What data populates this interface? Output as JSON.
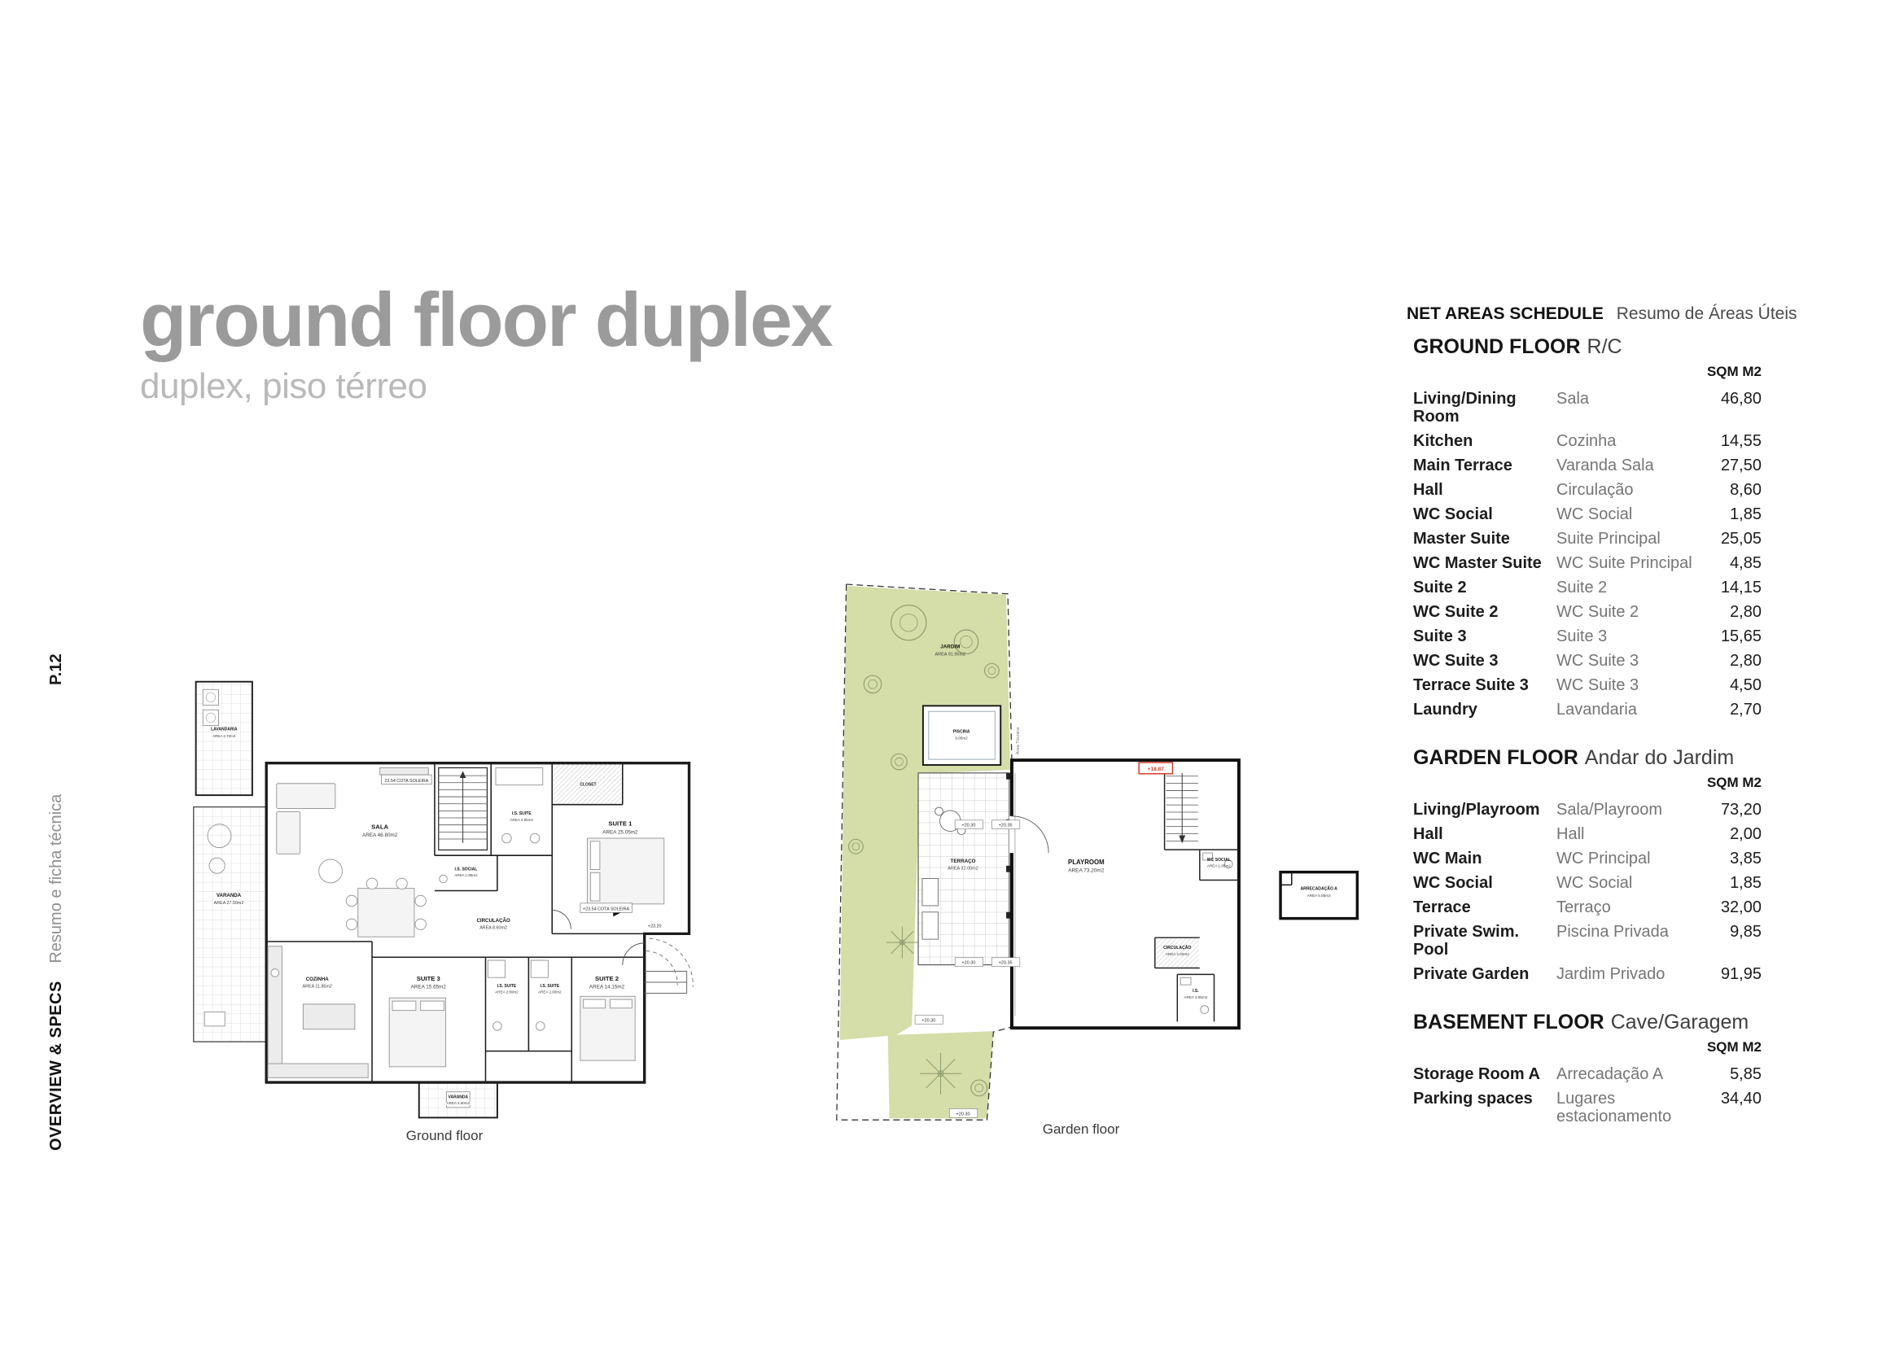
{
  "page": {
    "number": "P.12",
    "side_label_bold": "OVERVIEW & SPECS",
    "side_label_light": "Resumo e ficha técnica",
    "title": "ground floor duplex",
    "subtitle": "duplex, piso térreo"
  },
  "colors": {
    "title_gray": "#9b9b9b",
    "garden_green": "#d5dda8",
    "accent_red": "#d23a2c"
  },
  "plans": {
    "ground": {
      "caption": "Ground floor",
      "rooms": [
        {
          "name": "LAVANDARIA",
          "area": "AREA 2.70m2"
        },
        {
          "name": "SALA",
          "area": "AREA 46.80m2"
        },
        {
          "name": "VARANDA",
          "area": "AREA 27.50m2"
        },
        {
          "name": "COZINHA",
          "area": "AREA 11.85m2"
        },
        {
          "name": "SUITE 3",
          "area": "AREA 15.65m2"
        },
        {
          "name": "SUITE 2",
          "area": "AREA 14.15m2"
        },
        {
          "name": "SUITE 1",
          "area": "AREA 25.05m2"
        },
        {
          "name": "CIRCULAÇÃO",
          "area": "AREA 8.60m2"
        },
        {
          "name": "I.S. SUITE",
          "area": "AREA 4.85m2"
        },
        {
          "name": "I.S. SOCIAL",
          "area": "AREA 1.85m2"
        },
        {
          "name": "I.S. SUITE",
          "area": "AREA 2.80m2"
        },
        {
          "name": "I.S. SUITE",
          "area": "AREA 2.80m2"
        },
        {
          "name": "VARANDA",
          "area": "AREA 4.50m2"
        },
        {
          "name": "CLOSET",
          "area": ""
        }
      ],
      "markers": [
        {
          "text": "+23.54 COTA SOLEIRA"
        },
        {
          "text": "+23.20"
        },
        {
          "text": "23.54 COTA SOLEIRA"
        }
      ]
    },
    "garden": {
      "caption": "Garden floor",
      "rooms": [
        {
          "name": "JARDIM",
          "area": "AREA 91.95m2"
        },
        {
          "name": "PISCINA",
          "area": "9,85m2"
        },
        {
          "name": "TERRAÇO",
          "area": "AREA 32.00m2"
        },
        {
          "name": "PLAYROOM",
          "area": "AREA 73.20m2"
        },
        {
          "name": "WC SOCIAL",
          "area": "AREA 1.85m2"
        },
        {
          "name": "CIRCULAÇÃO",
          "area": "AREA 2.00m2"
        },
        {
          "name": "I.S.",
          "area": "AREA 3.85m2"
        },
        {
          "name": "ARRECADAÇÃO A",
          "area": "AREA 5.85m2"
        }
      ],
      "markers": [
        {
          "text": "+18.87"
        },
        {
          "text": "+20.30"
        },
        {
          "text": "+20.35"
        },
        {
          "text": "Área Técnica"
        }
      ]
    }
  },
  "schedule": {
    "title_en": "NET AREAS SCHEDULE",
    "title_pt": "Resumo de Áreas Úteis",
    "unit_label": "SQM M2",
    "sections": [
      {
        "name_en": "GROUND FLOOR",
        "name_pt": "R/C",
        "rows": [
          {
            "en": "Living/Dining Room",
            "pt": "Sala",
            "sqm": "46,80"
          },
          {
            "en": "Kitchen",
            "pt": "Cozinha",
            "sqm": "14,55"
          },
          {
            "en": "Main Terrace",
            "pt": "Varanda Sala",
            "sqm": "27,50"
          },
          {
            "en": "Hall",
            "pt": "Circulação",
            "sqm": "8,60"
          },
          {
            "en": "WC Social",
            "pt": "WC Social",
            "sqm": "1,85"
          },
          {
            "en": "Master Suite",
            "pt": "Suite Principal",
            "sqm": "25,05"
          },
          {
            "en": "WC Master Suite",
            "pt": "WC Suite Principal",
            "sqm": "4,85"
          },
          {
            "en": "Suite 2",
            "pt": "Suite 2",
            "sqm": "14,15"
          },
          {
            "en": "WC Suite 2",
            "pt": "WC Suite 2",
            "sqm": "2,80"
          },
          {
            "en": "Suite 3",
            "pt": "Suite 3",
            "sqm": "15,65"
          },
          {
            "en": "WC Suite 3",
            "pt": "WC Suite 3",
            "sqm": "2,80"
          },
          {
            "en": "Terrace Suite 3",
            "pt": "WC Suite 3",
            "sqm": "4,50"
          },
          {
            "en": "Laundry",
            "pt": "Lavandaria",
            "sqm": "2,70"
          }
        ]
      },
      {
        "name_en": "GARDEN FLOOR",
        "name_pt": "Andar do Jardim",
        "rows": [
          {
            "en": "Living/Playroom",
            "pt": "Sala/Playroom",
            "sqm": "73,20"
          },
          {
            "en": "Hall",
            "pt": "Hall",
            "sqm": "2,00"
          },
          {
            "en": "WC Main",
            "pt": "WC Principal",
            "sqm": "3,85"
          },
          {
            "en": "WC Social",
            "pt": "WC Social",
            "sqm": "1,85"
          },
          {
            "en": "Terrace",
            "pt": "Terraço",
            "sqm": "32,00"
          },
          {
            "en": "Private Swim. Pool",
            "pt": "Piscina Privada",
            "sqm": "9,85"
          },
          {
            "en": "Private Garden",
            "pt": "Jardim Privado",
            "sqm": "91,95"
          }
        ]
      },
      {
        "name_en": "BASEMENT FLOOR",
        "name_pt": "Cave/Garagem",
        "rows": [
          {
            "en": "Storage Room A",
            "pt": "Arrecadação A",
            "sqm": "5,85"
          },
          {
            "en": "Parking spaces",
            "pt": "Lugares estacionamento",
            "sqm": "34,40"
          }
        ]
      }
    ]
  }
}
